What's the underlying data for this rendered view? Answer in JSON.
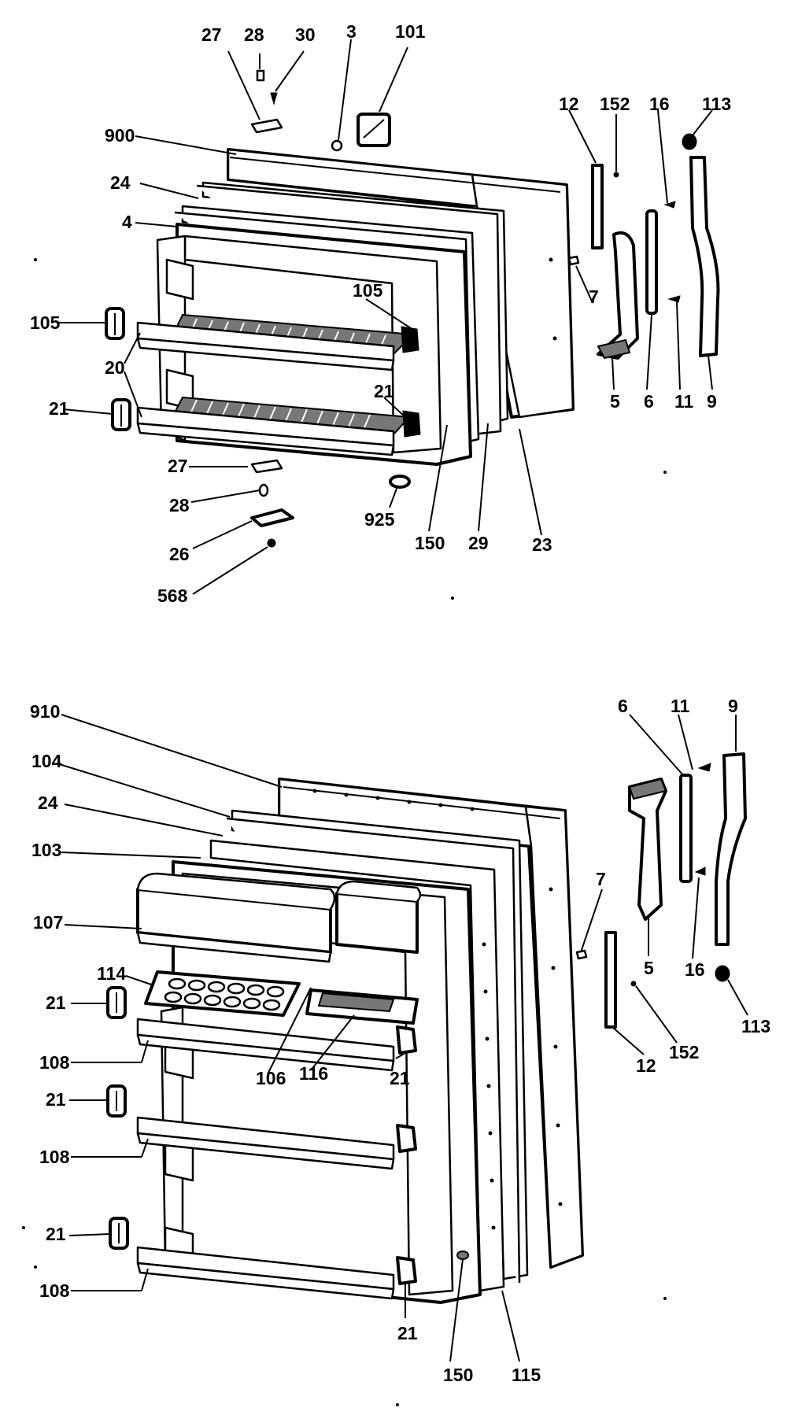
{
  "diagram": {
    "freezer_door_callouts": [
      "27",
      "28",
      "30",
      "3",
      "101",
      "900",
      "24",
      "4",
      "105",
      "105",
      "20",
      "21",
      "21",
      "27",
      "28",
      "26",
      "568",
      "925",
      "150",
      "29",
      "23",
      "12",
      "152",
      "16",
      "113",
      "7",
      "5",
      "6",
      "11",
      "9"
    ],
    "fresh_food_door_callouts": [
      "910",
      "104",
      "24",
      "103",
      "107",
      "114",
      "21",
      "108",
      "106",
      "116",
      "21",
      "21",
      "108",
      "21",
      "108",
      "21",
      "150",
      "115",
      "6",
      "11",
      "9",
      "7",
      "5",
      "16",
      "113",
      "12",
      "152"
    ]
  }
}
